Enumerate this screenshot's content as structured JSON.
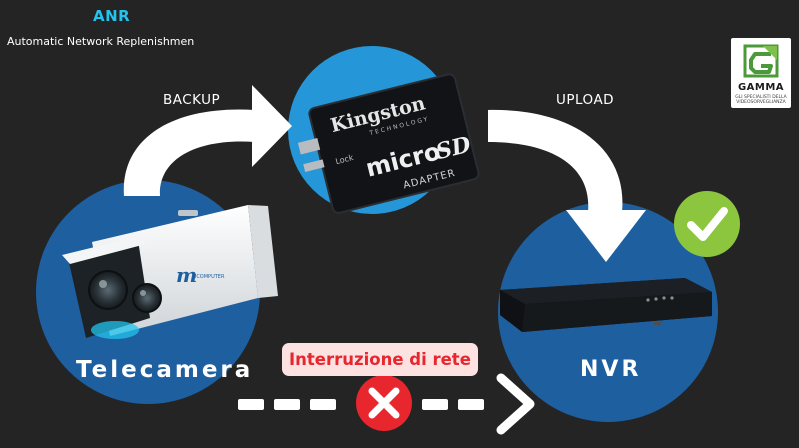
{
  "header": {
    "title": "ANR",
    "subtitle": "Automatic Network Replenishmen"
  },
  "flow": {
    "backup_label": "BACKUP",
    "upload_label": "UPLOAD",
    "interruption_label": "Interruzione di rete"
  },
  "nodes": {
    "camera_label": "Telecamera",
    "nvr_label": "NVR",
    "camera_brand_mark": "m",
    "camera_brand_text": "MCOMPUTER"
  },
  "sd_card": {
    "brand": "Kingston",
    "brand_sub": "TECHNOLOGY",
    "lock": "Lock",
    "micro": "micro",
    "sd": "SD",
    "adapter": "ADAPTER"
  },
  "logo": {
    "name": "GAMMA",
    "tagline_line1": "GLI SPECIALISTI DELLA",
    "tagline_line2": "VIDEOSORVEGLIANZA"
  },
  "icons": {
    "success": "check-icon",
    "failure": "x-icon"
  },
  "colors": {
    "background": "#242424",
    "circle_fill": "#1e5fa0",
    "sd_circle_fill": "#2596d8",
    "accent_title": "#22c3ee",
    "success_green": "#8cc63f",
    "error_red": "#e8262e",
    "interruption_bg": "#fde2e2",
    "arrow": "#ffffff"
  }
}
